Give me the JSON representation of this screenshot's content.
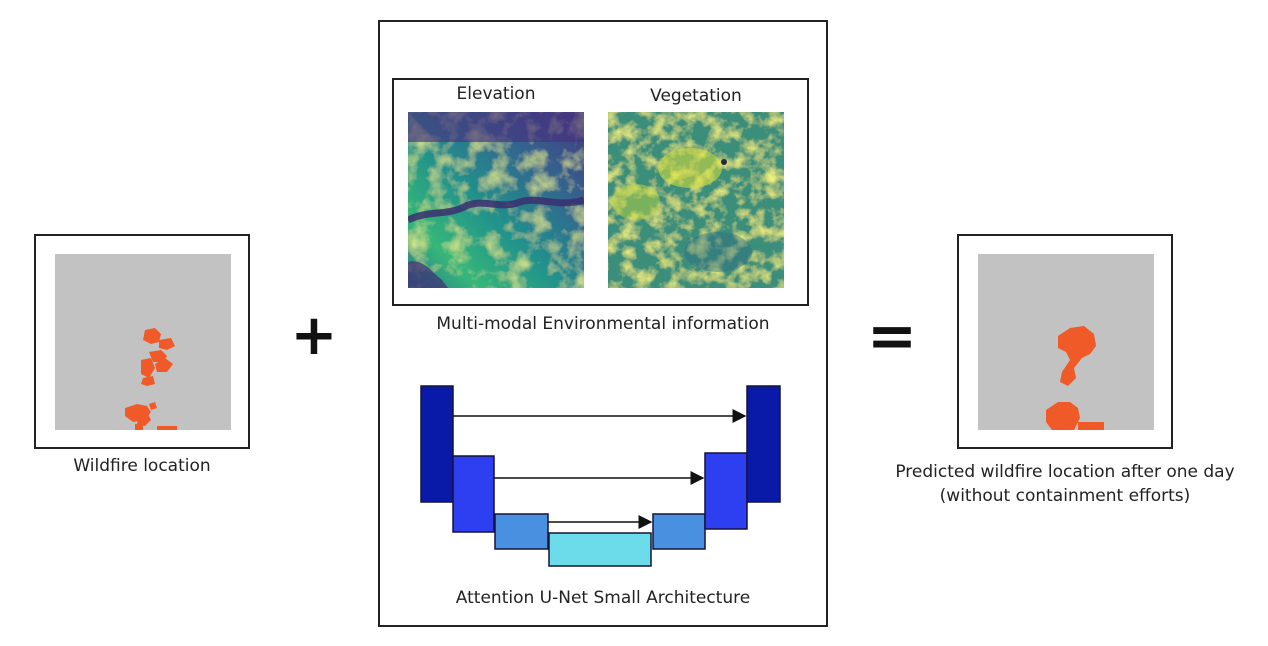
{
  "left_panel": {
    "caption": "Wildfire location"
  },
  "operators": {
    "plus": "+",
    "equals": "="
  },
  "center_panel": {
    "elevation_title": "Elevation",
    "vegetation_title": "Vegetation",
    "env_caption": "Multi-modal Environmental information",
    "unet_caption": "Attention U-Net Small Architecture"
  },
  "right_panel": {
    "caption_line1": "Predicted wildfire location after one day",
    "caption_line2": "(without containment efforts)"
  },
  "colors": {
    "fire": "#ef5a28",
    "mask_background": "#c2c2c2",
    "unet_level1": "#0a1aa8",
    "unet_level2": "#2d3ff0",
    "unet_level3": "#4a90e0",
    "unet_bottleneck": "#6ddcea"
  }
}
